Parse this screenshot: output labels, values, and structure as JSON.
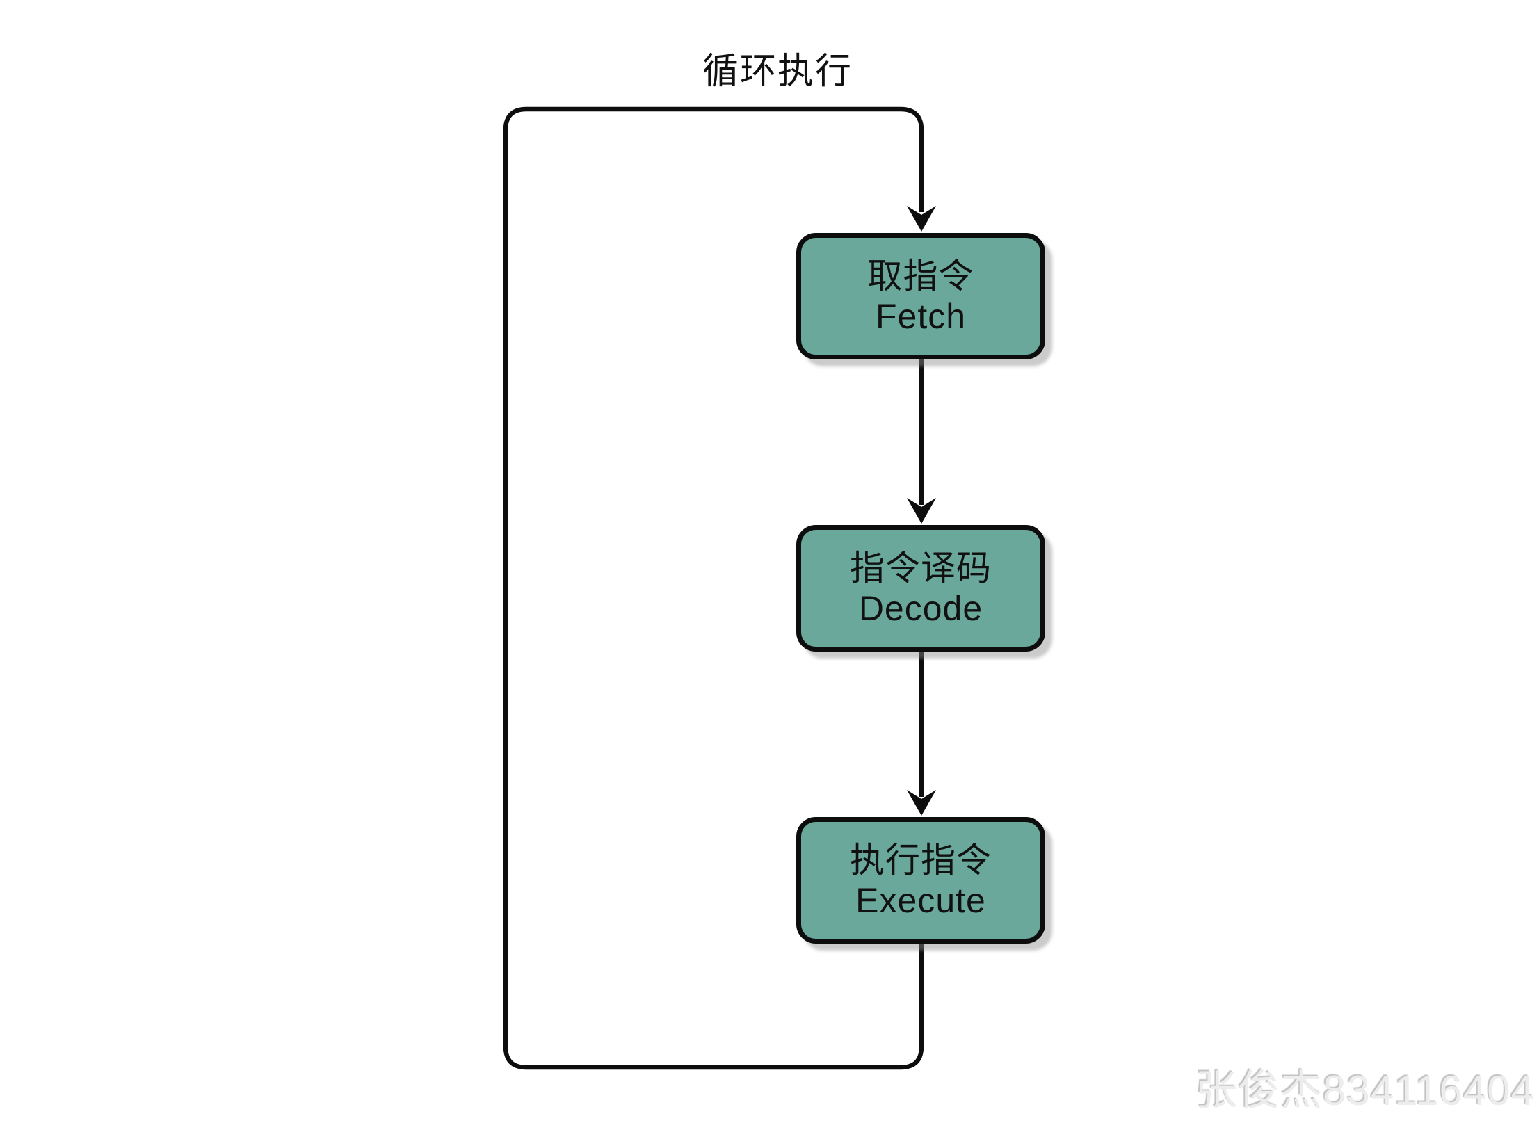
{
  "title": "循环执行",
  "nodes": [
    {
      "id": "fetch",
      "line1": "取指令",
      "line2": "Fetch"
    },
    {
      "id": "decode",
      "line1": "指令译码",
      "line2": "Decode"
    },
    {
      "id": "execute",
      "line1": "执行指令",
      "line2": "Execute"
    }
  ],
  "watermark": "张俊杰834116404",
  "colors": {
    "node_fill": "#6aa89b",
    "line": "#0d0d0d",
    "node_text": "#111111",
    "watermark": "#ededed"
  }
}
